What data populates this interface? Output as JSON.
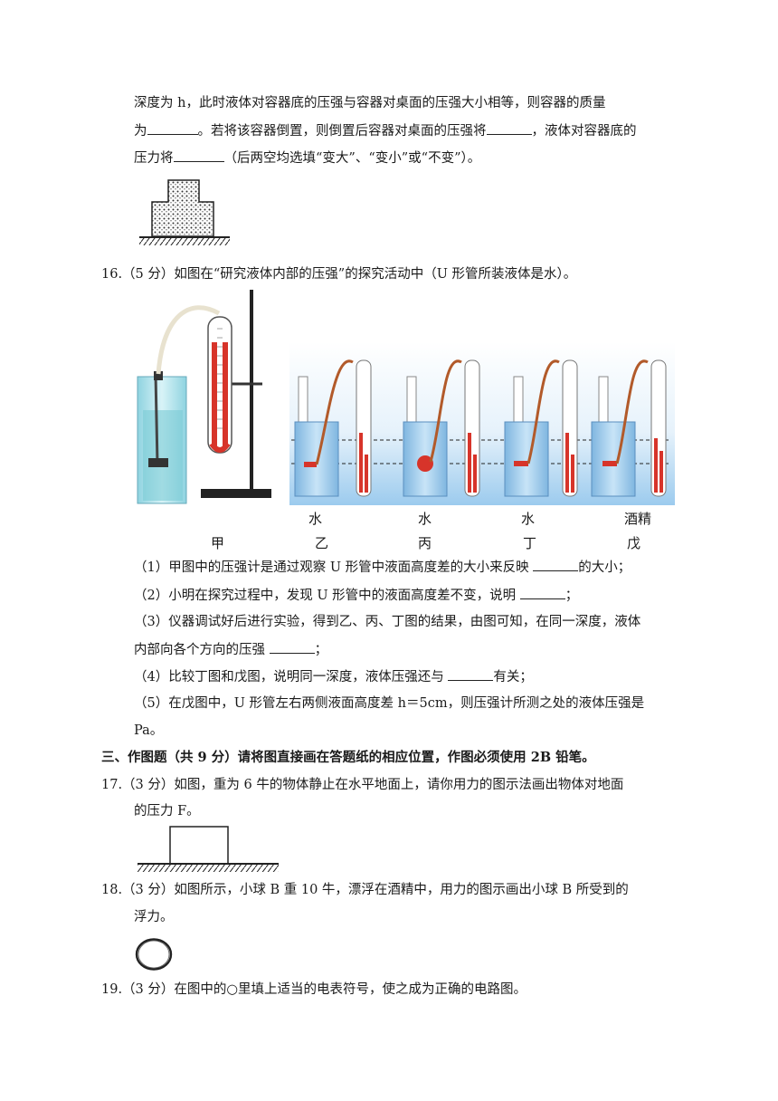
{
  "q15": {
    "line1": "深度为 h，此时液体对容器底的压强与容器对桌面的压强大小相等，则容器的质量",
    "line2_a": "为",
    "line2_b": "。若将该容器倒置，则倒置后容器对桌面的压强将",
    "line2_c": "，液体对容器底的",
    "line3_a": "压力将",
    "line3_b": "（后两空均选填“变大”、“变小”或“不变”）。"
  },
  "q16": {
    "stem": "16.（5 分）如图在“研究液体内部的压强”的探究活动中（U 形管所装液体是水）。",
    "liquids": [
      "水",
      "水",
      "水",
      "酒精"
    ],
    "labels": [
      "甲",
      "乙",
      "丙",
      "丁",
      "戊"
    ],
    "p1_a": "（1）甲图中的压强计是通过观察 U 形管中液面高度差的大小来反映",
    "p1_b": "的大小；",
    "p2_a": "（2）小明在探究过程中，发现 U 形管中的液面高度差不变，说明",
    "p2_b": "；",
    "p3_line1": "（3）仪器调试好后进行实验，得到乙、丙、丁图的结果，由图可知，在同一深度，液体",
    "p3_line2_a": "内部向各个方向的压强",
    "p3_line2_b": "；",
    "p4_a": "（4）比较丁图和戊图，说明同一深度，液体压强还与",
    "p4_b": "有关；",
    "p5_line1": "（5）在戊图中，U 形管左右两侧液面高度差 h＝5cm，则压强计所测之处的液体压强是",
    "p5_line2": "Pa。"
  },
  "section3": "三、作图题（共 9 分）请将图直接画在答题纸的相应位置，作图必须使用 2B 铅笔。",
  "q17": {
    "line1": "17.（3 分）如图，重为 6 牛的物体静止在水平地面上，请你用力的图示法画出物体对地面",
    "line2": "的压力 F。"
  },
  "q18": {
    "line1": "18.（3 分）如图所示，小球 B 重 10 牛，漂浮在酒精中，用力的图示画出小球 B 所受到的",
    "line2": "浮力。"
  },
  "q19": {
    "line1": "19.（3 分）在图中的○里填上适当的电表符号，使之成为正确的电路图。"
  }
}
